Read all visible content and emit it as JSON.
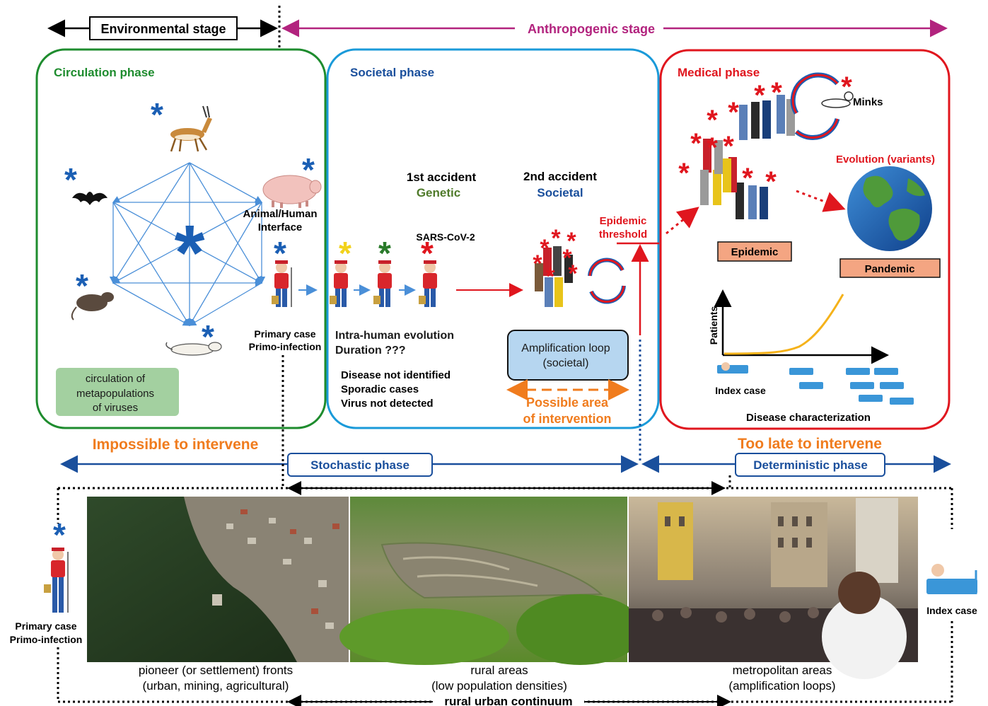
{
  "stages": {
    "environmental": "Environmental stage",
    "anthropogenic": "Anthropogenic stage"
  },
  "phases": {
    "circulation": "Circulation phase",
    "societal": "Societal phase",
    "medical": "Medical phase",
    "stochastic": "Stochastic phase",
    "deterministic": "Deterministic phase"
  },
  "circulation_box": {
    "interface_line1": "Animal/Human",
    "interface_line2": "Interface",
    "primary_case": "Primary case",
    "primo_infection": "Primo-infection",
    "virus_note_1": "circulation of",
    "virus_note_2": "metapopulations",
    "virus_note_3": "of viruses"
  },
  "societal_box": {
    "accident1_title": "1st accident",
    "accident1_sub": "Genetic",
    "accident2_title": "2nd accident",
    "accident2_sub": "Societal",
    "virus_name": "SARS-CoV-2",
    "evolution_1": "Intra-human evolution",
    "evolution_2": "Duration ???",
    "note_1": "Disease not identified",
    "note_2": "Sporadic cases",
    "note_3": "Virus not detected",
    "loop_1": "Amplification loop",
    "loop_2": "(societal)",
    "intervention_1": "Possible area",
    "intervention_2": "of intervention",
    "threshold_1": "Epidemic",
    "threshold_2": "threshold"
  },
  "medical_box": {
    "minks": "Minks",
    "evolution": "Evolution (variants)",
    "epidemic": "Epidemic",
    "pandemic": "Pandemic",
    "patients_axis": "Patients",
    "index_case": "Index case",
    "characterization": "Disease characterization"
  },
  "interventions": {
    "impossible": "Impossible to intervene",
    "too_late": "Too late to intervene"
  },
  "bottom": {
    "primary_case": "Primary case",
    "primo_infection": "Primo-infection",
    "index_case": "Index case",
    "photo1_1": "pioneer (or settlement) fronts",
    "photo1_2": "(urban, mining, agricultural)",
    "photo2_1": "rural areas",
    "photo2_2": "(low population densities)",
    "photo3_1": "metropolitan areas",
    "photo3_2": "(amplification loops)",
    "continuum": "rural urban continuum"
  },
  "colors": {
    "green": "#1e8c2e",
    "blue": "#1a9ad9",
    "red": "#e0161e",
    "magenta": "#b2237e",
    "navy": "#1a4f9c",
    "orange": "#f07c1e",
    "asterisk_blue": "#1b5fb4",
    "salmon": "#f4a582"
  }
}
